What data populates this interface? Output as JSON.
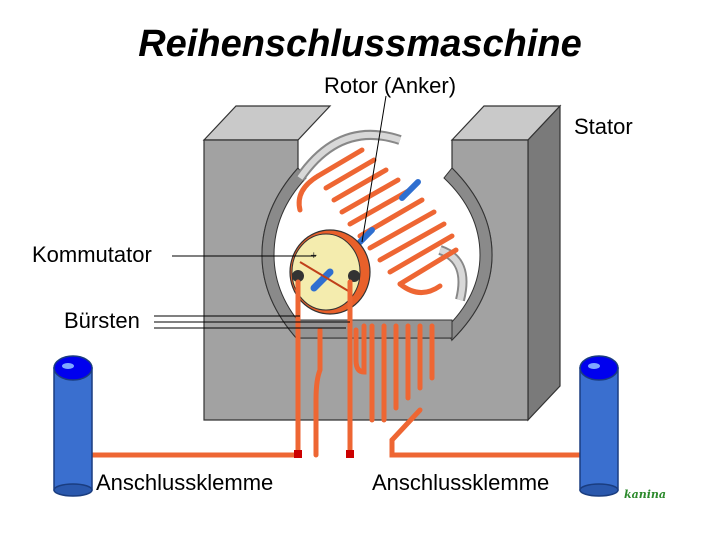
{
  "title": "Reihenschlussmaschine",
  "labels": {
    "rotor": "Rotor (Anker)",
    "stator": "Stator",
    "kommutator": "Kommutator",
    "buersten": "Bürsten",
    "klemme_left": "Anschlussklemme",
    "klemme_right": "Anschlussklemme"
  },
  "logo_text": "kanina",
  "colors": {
    "stator": "#9e9e9e",
    "stator_light": "#cfcfcf",
    "stator_dark": "#6e6e6e",
    "winding": "#ee6633",
    "winding_dark": "#c0401a",
    "terminal": "#2f6fd0",
    "terminal_top": "#0000ee",
    "commutator": "#f2e8a0",
    "logo": "#2c8a2c"
  }
}
